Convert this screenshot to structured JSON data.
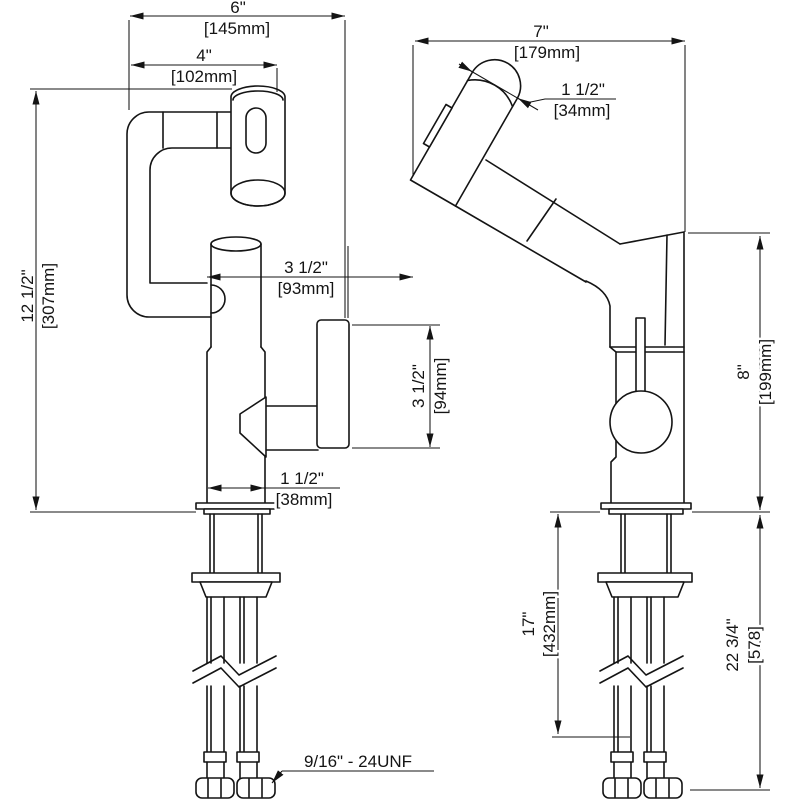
{
  "drawing_title": "pull-out bathroom faucet dimensional drawing",
  "colors": {
    "line": "#141414",
    "background": "#ffffff"
  },
  "dims": {
    "spout_overall": {
      "in": "6\"",
      "mm": "[145mm]"
    },
    "spout_upper": {
      "in": "4\"",
      "mm": "[102mm]"
    },
    "height_overall": {
      "in": "12 1/2\"",
      "mm": "[307mm]"
    },
    "reach": {
      "in": "3 1/2\"",
      "mm": "[93mm]"
    },
    "handle_height": {
      "in": "3 1/2\"",
      "mm": "[94mm]"
    },
    "body_width": {
      "in": "1 1/2\"",
      "mm": "[38mm]"
    },
    "side_overall": {
      "in": "7\"",
      "mm": "[179mm]"
    },
    "head_width": {
      "in": "1 1/2\"",
      "mm": "[34mm]"
    },
    "spout_height": {
      "in": "8\"",
      "mm": "[199mm]"
    },
    "hose_length": {
      "in": "17\"",
      "mm": "[432mm]"
    },
    "total_height": {
      "in": "22 3/4\"",
      "mm": "[578]"
    },
    "thread": "9/16\" - 24UNF"
  }
}
